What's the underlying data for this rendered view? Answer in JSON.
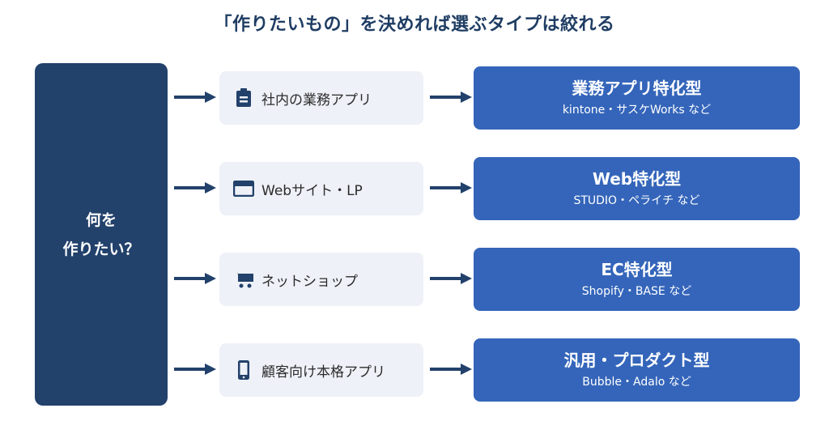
{
  "title": "「作りたいもの」を決めれば選ぶタイプは絞れる",
  "question": {
    "line1": "何を",
    "line2": "作りたい？"
  },
  "colors": {
    "title": "#1f3d63",
    "question_bg": "#22416b",
    "arrow": "#22416b",
    "category_bg": "#eef1f7",
    "result_bg": "#3465ba"
  },
  "rows": [
    {
      "category_icon": "clipboard-icon",
      "category": "社内の業務アプリ",
      "result_name": "業務アプリ特化型",
      "result_examples": "kintone・サスケWorks など"
    },
    {
      "category_icon": "browser-window-icon",
      "category": "Webサイト・LP",
      "result_name": "Web特化型",
      "result_examples": "STUDIO・ペライチ など"
    },
    {
      "category_icon": "shopping-cart-icon",
      "category": "ネットショップ",
      "result_name": "EC特化型",
      "result_examples": "Shopify・BASE など"
    },
    {
      "category_icon": "smartphone-icon",
      "category": "顧客向け本格アプリ",
      "result_name": "汎用・プロダクト型",
      "result_examples": "Bubble・Adalo など"
    }
  ]
}
